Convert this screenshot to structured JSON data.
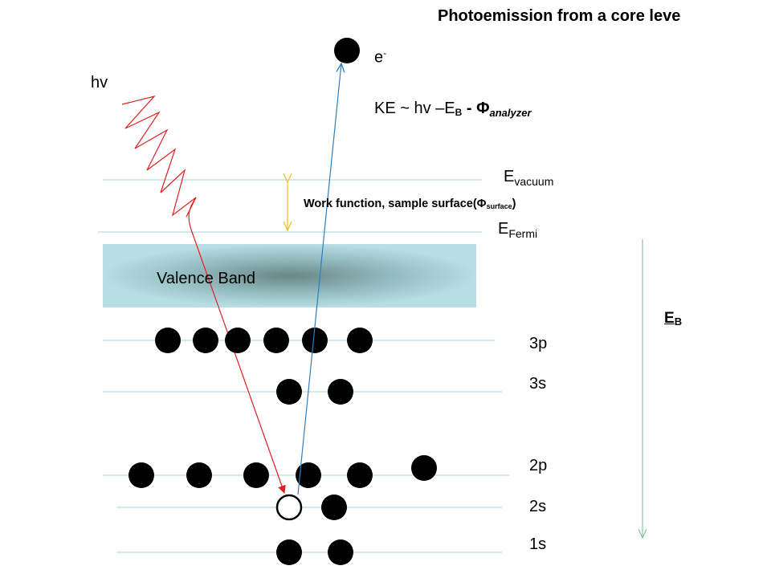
{
  "title": "Photoemission from a core leve",
  "photon_label": "hv",
  "electron_label": "e",
  "electron_charge": "-",
  "kinetic_energy": {
    "lead": "KE ~ hv –E",
    "sub_b": "B",
    "mid": " - Φ",
    "analyzer": "analyzer"
  },
  "vacuum_label": {
    "main": "E",
    "sub": "vacuum"
  },
  "fermi_label": {
    "main": "E",
    "sub": "Fermi"
  },
  "work_function": {
    "lead": "Work function, sample surface(Φ",
    "sub": "surface",
    "tail": ")"
  },
  "valence_band_label": "Valence Band",
  "binding_energy": {
    "main": "E",
    "sub": "B"
  },
  "levels": [
    "3p",
    "3s",
    "2p",
    "2s",
    "1s"
  ],
  "colors": {
    "photon_arrow": "#e02020",
    "electron_arrow": "#2e7fc0",
    "work_function_arrow": "#f0c030",
    "level_lines": "#a9cfd6",
    "band_edge": "#b8dde3",
    "band_center": "#6b8585",
    "binding_energy_arrow": "#90c8a8"
  }
}
